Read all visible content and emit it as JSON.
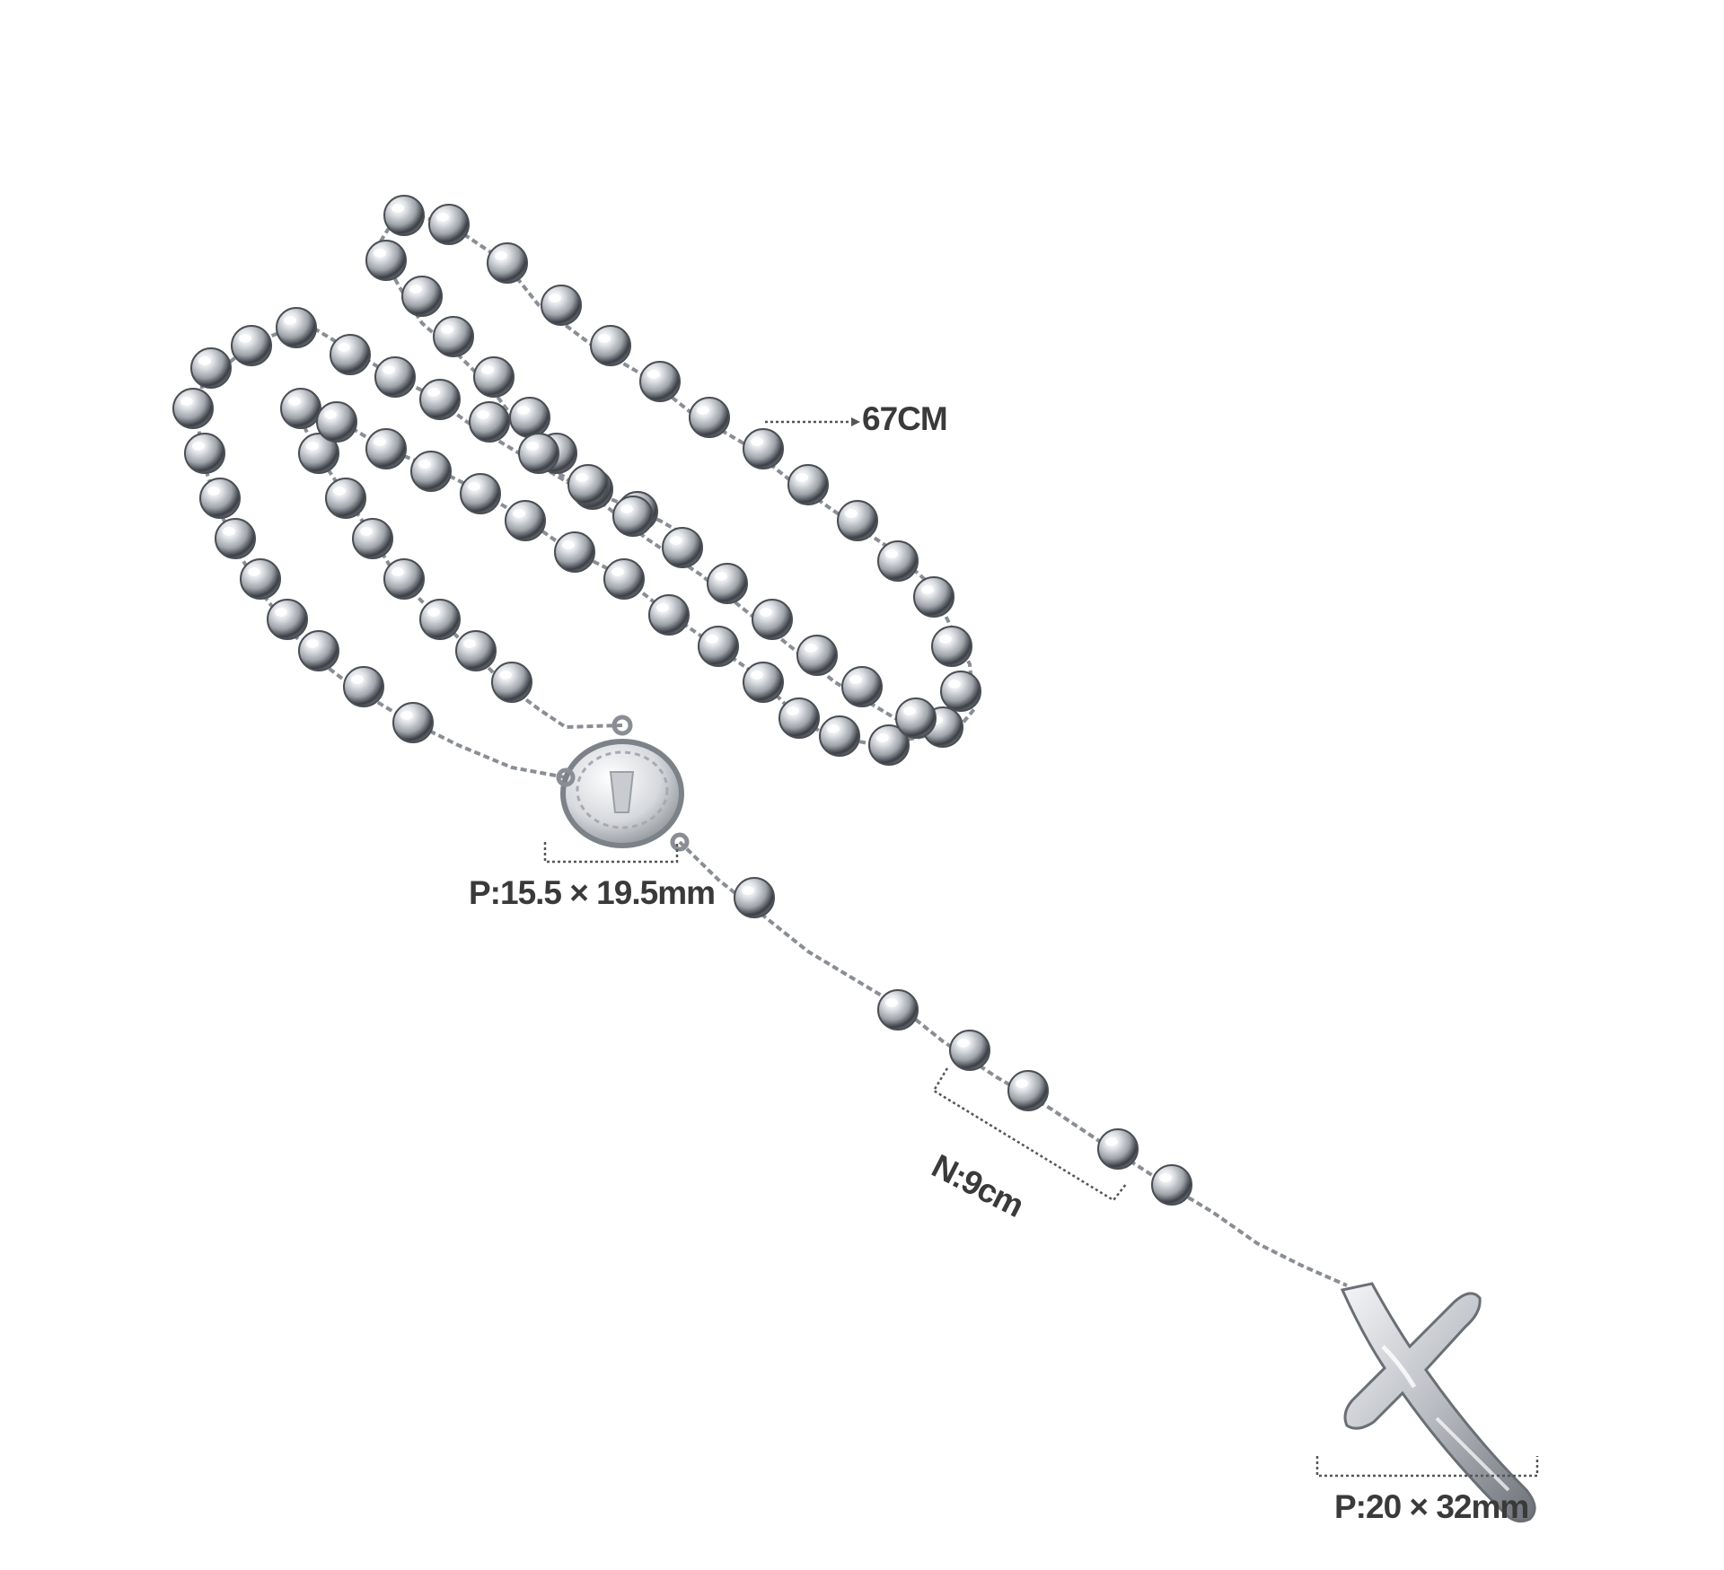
{
  "product": {
    "chain_length_label": "67CM",
    "medal_size_label": "P:15.5 × 19.5mm",
    "drop_length_label": "N:9cm",
    "crucifix_size_label": "P:20 × 32mm"
  },
  "colors": {
    "background": "#ffffff",
    "label_text": "#3a3a3a",
    "dimension_line": "#555555",
    "bead_highlight": "#ffffff",
    "bead_mid": "#b8bcc2",
    "bead_dark": "#3b3f45",
    "chain": "#8a8e94"
  },
  "icons": {
    "crucifix": "crucifix-pendant-icon",
    "medal": "oval-medal-icon"
  }
}
